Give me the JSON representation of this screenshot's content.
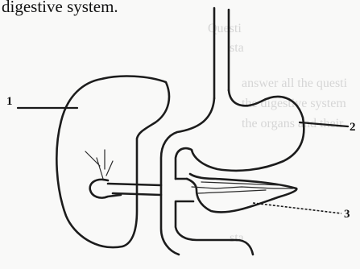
{
  "caption": "digestive system.",
  "labels": {
    "one": "1",
    "two": "2",
    "three": "3"
  },
  "bleed_through_text": [
    "Questi",
    "sta",
    "answer all the questi",
    "the digestive system",
    "the organs and their",
    "sta"
  ]
}
